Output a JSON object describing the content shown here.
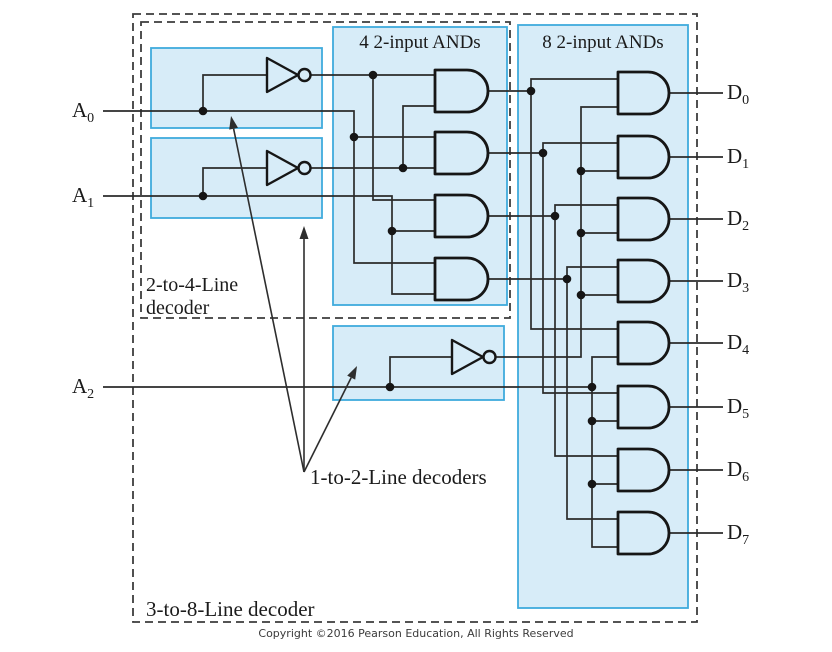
{
  "figure": {
    "inputs": [
      {
        "name": "A",
        "sub": "0"
      },
      {
        "name": "A",
        "sub": "1"
      },
      {
        "name": "A",
        "sub": "2"
      }
    ],
    "outputs": [
      {
        "name": "D",
        "sub": "0"
      },
      {
        "name": "D",
        "sub": "1"
      },
      {
        "name": "D",
        "sub": "2"
      },
      {
        "name": "D",
        "sub": "3"
      },
      {
        "name": "D",
        "sub": "4"
      },
      {
        "name": "D",
        "sub": "5"
      },
      {
        "name": "D",
        "sub": "6"
      },
      {
        "name": "D",
        "sub": "7"
      }
    ],
    "blocks": {
      "and4_title": "4 2-input ANDs",
      "and8_title": "8 2-input ANDs",
      "decoder_2to4_line1": "2-to-4-Line",
      "decoder_2to4_line2": "decoder",
      "decoder_1to2_label": "1-to-2-Line decoders",
      "decoder_3to8_label": "3-to-8-Line decoder"
    },
    "copyright": "Copyright ©2016 Pearson Education, All Rights Reserved",
    "colors": {
      "box_fill": "#d7ecf8",
      "box_border": "#3fabdc",
      "wire": "#2b2b2b",
      "dash": "#3d3d3d",
      "text": "#1b1b1b"
    }
  }
}
